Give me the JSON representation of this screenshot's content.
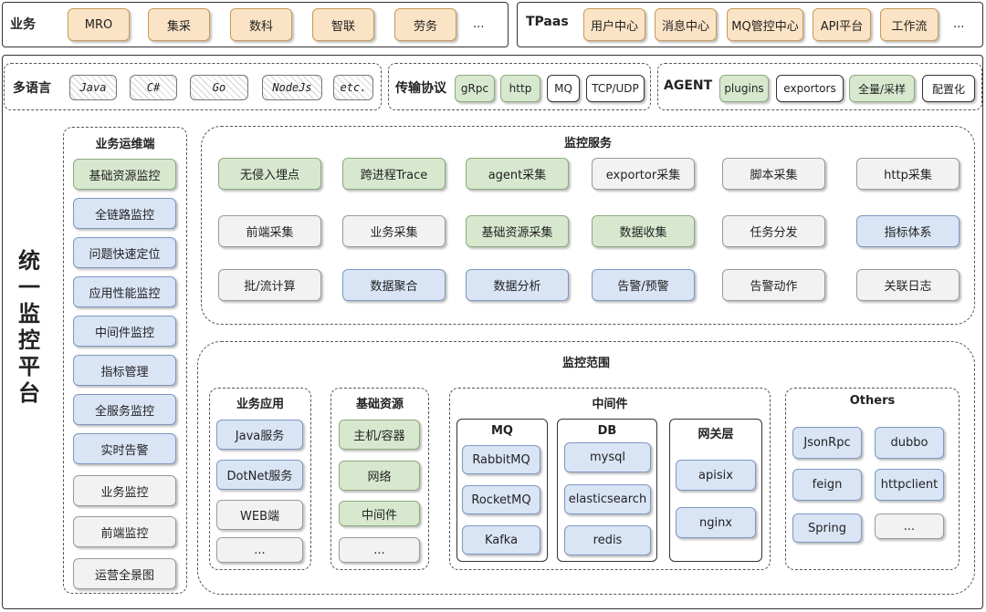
{
  "row1": {
    "business": {
      "label": "业务",
      "items": [
        "MRO",
        "集采",
        "数科",
        "智联",
        "劳务",
        "..."
      ]
    },
    "tpaas": {
      "label": "TPaas",
      "items": [
        "用户中心",
        "消息中心",
        "MQ管控中心",
        "API平台",
        "工作流",
        "..."
      ]
    }
  },
  "main_title": "统一监控平台",
  "row2": {
    "languages": {
      "label": "多语言",
      "items": [
        "Java",
        "C#",
        "Go",
        "NodeJs",
        "etc."
      ]
    },
    "protocols": {
      "label": "传输协议",
      "items": [
        "gRpc",
        "http",
        "MQ",
        "TCP/UDP"
      ]
    },
    "agent": {
      "label": "AGENT",
      "items": [
        "plugins",
        "exportors",
        "全量/采样",
        "配置化"
      ]
    }
  },
  "ops": {
    "title": "业务运维端",
    "items": [
      "基础资源监控",
      "全链路监控",
      "问题快速定位",
      "应用性能监控",
      "中间件监控",
      "指标管理",
      "全服务监控",
      "实时告警",
      "业务监控",
      "前端监控",
      "运营全景图"
    ]
  },
  "service": {
    "title": "监控服务",
    "items": [
      "无侵入埋点",
      "跨进程Trace",
      "agent采集",
      "exportor采集",
      "脚本采集",
      "http采集",
      "前端采集",
      "业务采集",
      "基础资源采集",
      "数据收集",
      "任务分发",
      "指标体系",
      "批/流计算",
      "数据聚合",
      "数据分析",
      "告警/预警",
      "告警动作",
      "关联日志"
    ]
  },
  "scope": {
    "title": "监控范围",
    "apps": {
      "title": "业务应用",
      "items": [
        "Java服务",
        "DotNet服务",
        "WEB端",
        "..."
      ]
    },
    "infra": {
      "title": "基础资源",
      "items": [
        "主机/容器",
        "网络",
        "中间件",
        "..."
      ]
    },
    "middleware": {
      "title": "中间件",
      "mq": {
        "title": "MQ",
        "items": [
          "RabbitMQ",
          "RocketMQ",
          "Kafka"
        ]
      },
      "db": {
        "title": "DB",
        "items": [
          "mysql",
          "elasticsearch",
          "redis"
        ]
      },
      "gateway": {
        "title": "网关层",
        "items": [
          "apisix",
          "nginx"
        ]
      }
    },
    "others": {
      "title": "Others",
      "items": [
        "JsonRpc",
        "dubbo",
        "feign",
        "httpclient",
        "Spring",
        "..."
      ]
    }
  },
  "colors": {
    "orange": "#fbe3c5",
    "green": "#d8e8cf",
    "blue": "#d9e4f5",
    "gray": "#f2f2f2"
  }
}
